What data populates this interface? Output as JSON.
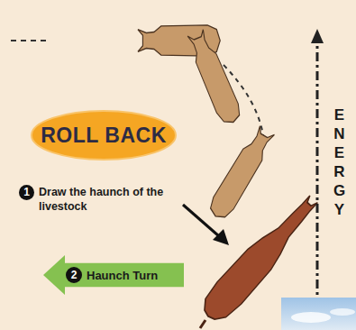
{
  "diagram": {
    "nodes": [
      {
        "text": [
          "ROLL BACK"
        ]
      },
      {
        "text": [
          "2",
          "Haunch Turn"
        ]
      }
    ],
    "labels": [
      "1",
      "Draw the haunch of the livestock",
      "ENERGY"
    ]
  }
}
